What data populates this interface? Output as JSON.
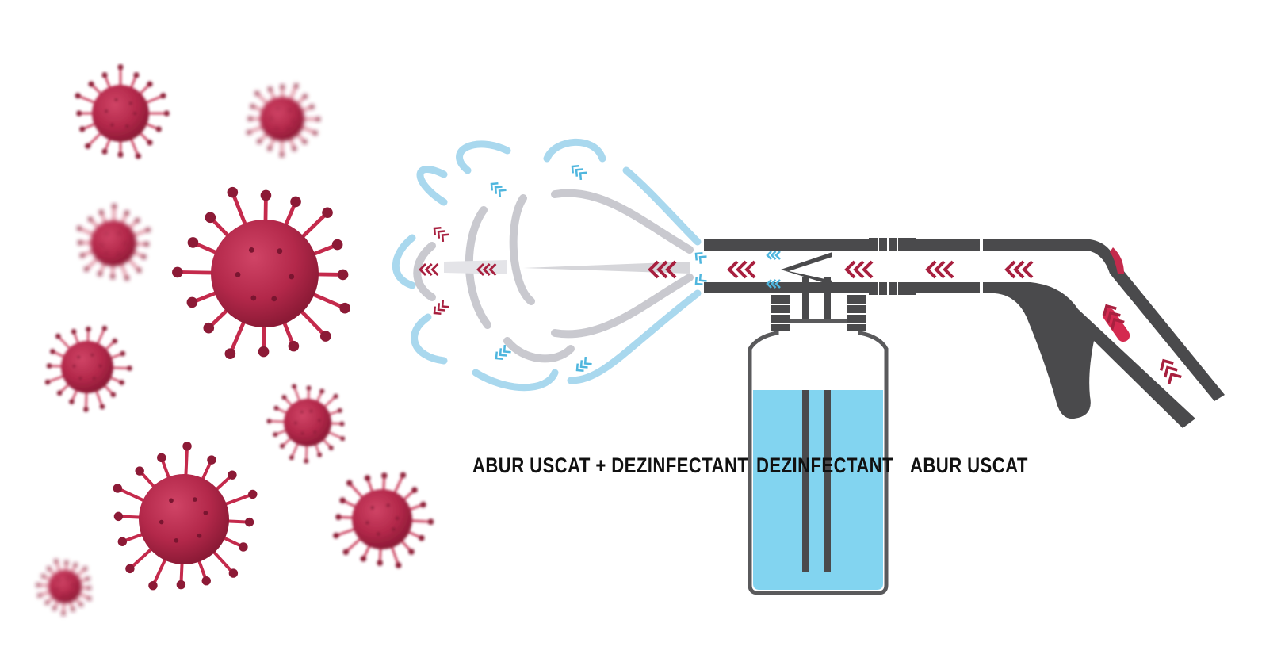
{
  "labels": {
    "mixed": "ABUR USCAT + DEZINFECTANT",
    "disinfectant": "DEZINFECTANT",
    "dry_steam": "ABUR USCAT"
  },
  "colors": {
    "virus": "#b3284a",
    "virus_dark": "#8c1a36",
    "spike": "#c42a4c",
    "spray_blue": "#a9d8ee",
    "spray_grey": "#c9c9cf",
    "chevron_red": "#a8203f",
    "chevron_blue": "#4fb6de",
    "gun_body": "#4a4a4c",
    "liquid": "#82d4f0",
    "bottle_outline": "#5a5a5c"
  },
  "icons": {
    "virus": "virus-icon",
    "steam_gun": "steam-gun-icon",
    "bottle": "disinfectant-bottle-icon",
    "spray": "spray-cloud-icon",
    "flow_arrow": "chevron-left-icon"
  }
}
